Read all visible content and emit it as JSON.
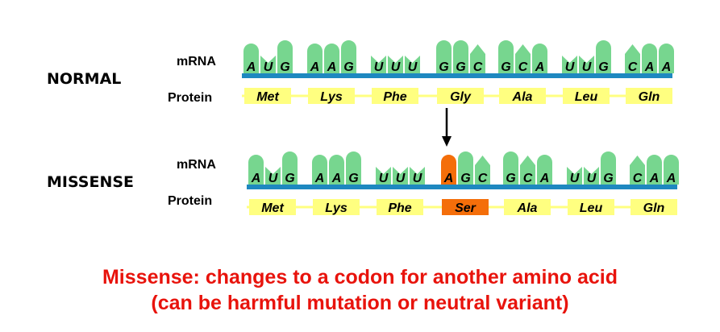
{
  "labels": {
    "normal": "NORMAL",
    "missense": "MISSENSE",
    "mrna": "mRNA",
    "protein": "Protein"
  },
  "normal": {
    "codons": [
      "AUG",
      "AAG",
      "UUU",
      "GGC",
      "GCA",
      "UUG",
      "CAA"
    ],
    "amino_acids": [
      "Met",
      "Lys",
      "Phe",
      "Gly",
      "Ala",
      "Leu",
      "Gln"
    ]
  },
  "missense": {
    "codons": [
      "AUG",
      "AAG",
      "UUU",
      "AGC",
      "GCA",
      "UUG",
      "CAA"
    ],
    "amino_acids": [
      "Met",
      "Lys",
      "Phe",
      "Ser",
      "Ala",
      "Leu",
      "Gln"
    ],
    "mutated_codon_index": 3,
    "mutated_base_index": 0
  },
  "caption": {
    "line1": "Missense: changes to a codon for another amino acid",
    "line2": "(can be harmful mutation or neutral variant)"
  },
  "colors": {
    "base_green": "#77d68f",
    "strand_blue": "#1e88c0",
    "protein_yellow": "#ffff80",
    "mutation_orange": "#f46e0a",
    "caption_red": "#e8130c"
  }
}
